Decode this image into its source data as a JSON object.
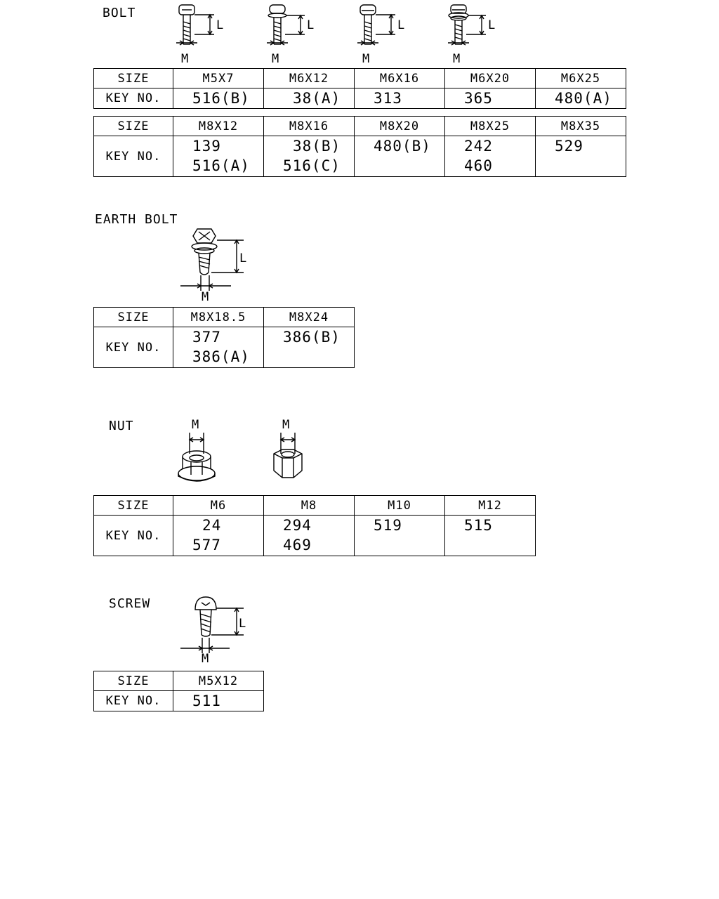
{
  "sections": {
    "bolt": {
      "title": "BOLT",
      "dim_l": "L",
      "dim_m": "M",
      "table1": {
        "row_label_size": "SIZE",
        "row_label_key": "KEY NO.",
        "sizes": [
          "M5X7",
          "M6X12",
          "M6X16",
          "M6X20",
          "M6X25"
        ],
        "keys": [
          [
            "516(B)"
          ],
          [
            "38(A)"
          ],
          [
            "313"
          ],
          [
            "365"
          ],
          [
            "480(A)"
          ]
        ]
      },
      "table2": {
        "row_label_size": "SIZE",
        "row_label_key": "KEY NO.",
        "sizes": [
          "M8X12",
          "M8X16",
          "M8X20",
          "M8X25",
          "M8X35"
        ],
        "keys": [
          [
            "139",
            "516(A)"
          ],
          [
            "38(B)",
            "516(C)"
          ],
          [
            "480(B)"
          ],
          [
            "242",
            "460"
          ],
          [
            "529"
          ]
        ]
      }
    },
    "earth_bolt": {
      "title": "EARTH BOLT",
      "dim_l": "L",
      "dim_m": "M",
      "table": {
        "row_label_size": "SIZE",
        "row_label_key": "KEY NO.",
        "sizes": [
          "M8X18.5",
          "M8X24"
        ],
        "keys": [
          [
            "377",
            "386(A)"
          ],
          [
            "386(B)"
          ]
        ]
      }
    },
    "nut": {
      "title": "NUT",
      "dim_m": "M",
      "table": {
        "row_label_size": "SIZE",
        "row_label_key": "KEY NO.",
        "sizes": [
          "M6",
          "M8",
          "M10",
          "M12"
        ],
        "keys": [
          [
            "24",
            "577"
          ],
          [
            "294",
            "469"
          ],
          [
            "519"
          ],
          [
            "515"
          ]
        ]
      }
    },
    "screw": {
      "title": "SCREW",
      "dim_l": "L",
      "dim_m": "M",
      "table": {
        "row_label_size": "SIZE",
        "row_label_key": "KEY NO.",
        "sizes": [
          "M5X12"
        ],
        "keys": [
          [
            "511"
          ]
        ]
      }
    }
  }
}
